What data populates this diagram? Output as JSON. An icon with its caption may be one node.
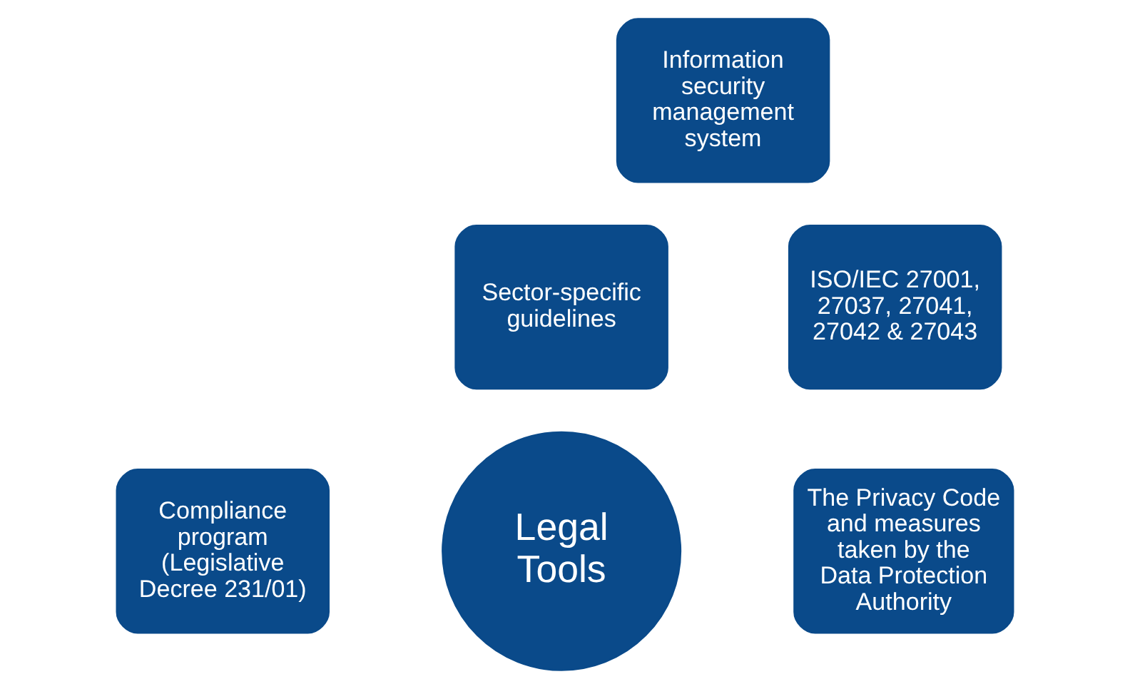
{
  "diagram": {
    "nodes": [
      {
        "text": [
          "Information security management system"
        ]
      },
      {
        "text": [
          "Sector-specific guidelines"
        ]
      },
      {
        "text": [
          "ISO/IEC 27001, 27037, 27041, 27042 & 27043"
        ]
      },
      {
        "text": [
          "Compliance program",
          "(Legislative Decree 231/01)"
        ]
      },
      {
        "text": [
          "Legal Tools"
        ]
      },
      {
        "text": [
          "The Privacy Code and measures taken by the Data Protection Authority"
        ]
      }
    ]
  }
}
